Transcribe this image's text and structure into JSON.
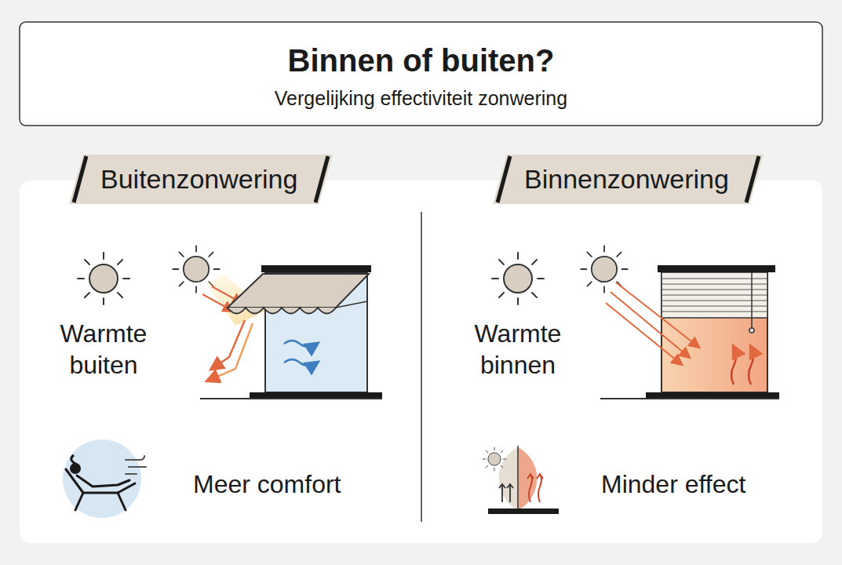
{
  "diagram": {
    "nodes": [
      {
        "text": [
          "Binnen of buiten?",
          "Vergelijking effectiviteit zonwering"
        ]
      },
      {
        "text": [
          "Buitenzonwering"
        ]
      },
      {
        "text": [
          "Binnenzonwering"
        ]
      }
    ],
    "labels": [
      "Warmte buiten",
      "Meer comfort",
      "Warmte binnen",
      "Minder effect"
    ]
  }
}
